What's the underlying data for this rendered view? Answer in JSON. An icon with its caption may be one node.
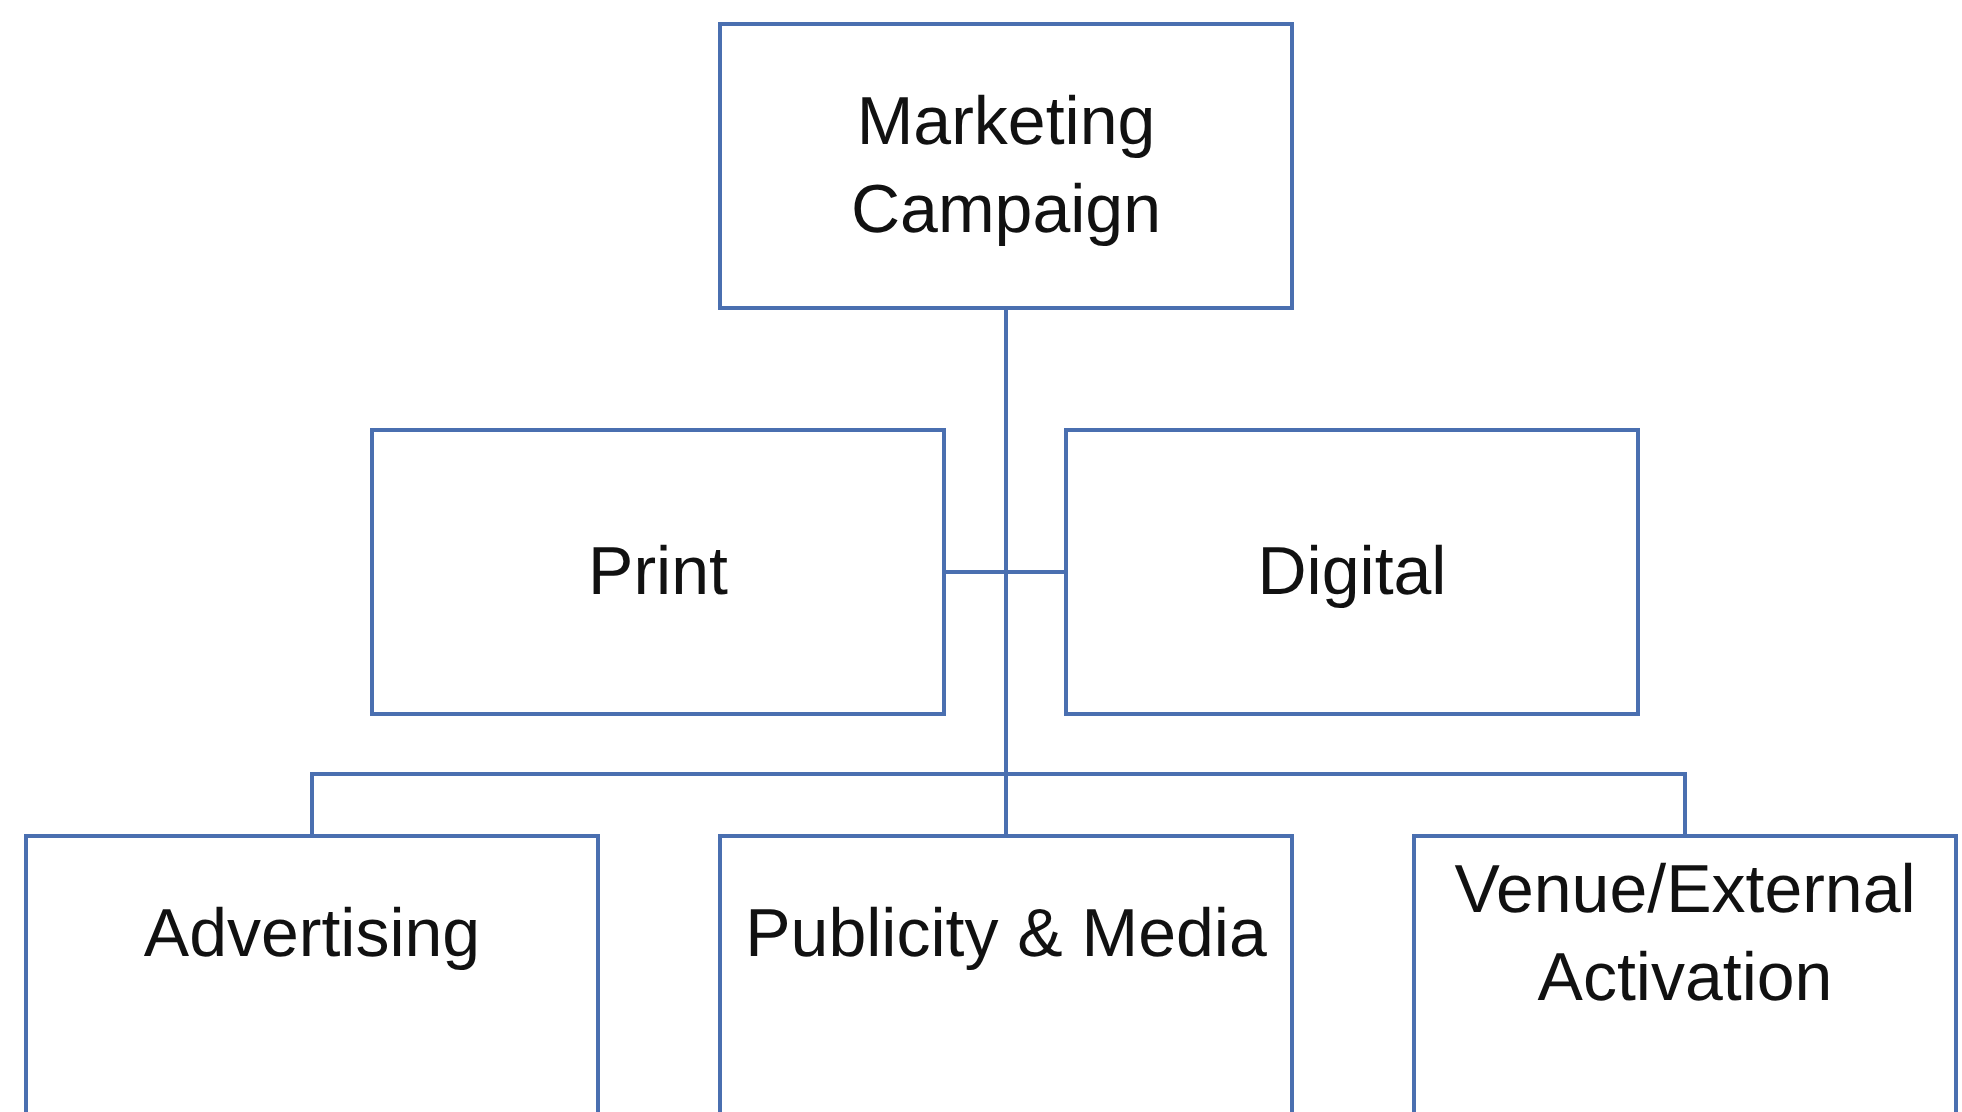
{
  "diagram": {
    "nodes": [
      {
        "text": [
          "Marketing Campaign"
        ]
      },
      {
        "text": [
          "Print"
        ]
      },
      {
        "text": [
          "Digital"
        ]
      },
      {
        "text": [
          "Advertising"
        ]
      },
      {
        "text": [
          "Publicity & Media"
        ]
      },
      {
        "text": [
          "Venue/External Activation"
        ]
      }
    ],
    "edges": [
      {
        "from": 0,
        "to": 1,
        "arrow": "none"
      },
      {
        "from": 0,
        "to": 2,
        "arrow": "none"
      },
      {
        "from": 0,
        "to": 3,
        "arrow": "none"
      },
      {
        "from": 0,
        "to": 4,
        "arrow": "none"
      },
      {
        "from": 0,
        "to": 5,
        "arrow": "none"
      }
    ]
  }
}
